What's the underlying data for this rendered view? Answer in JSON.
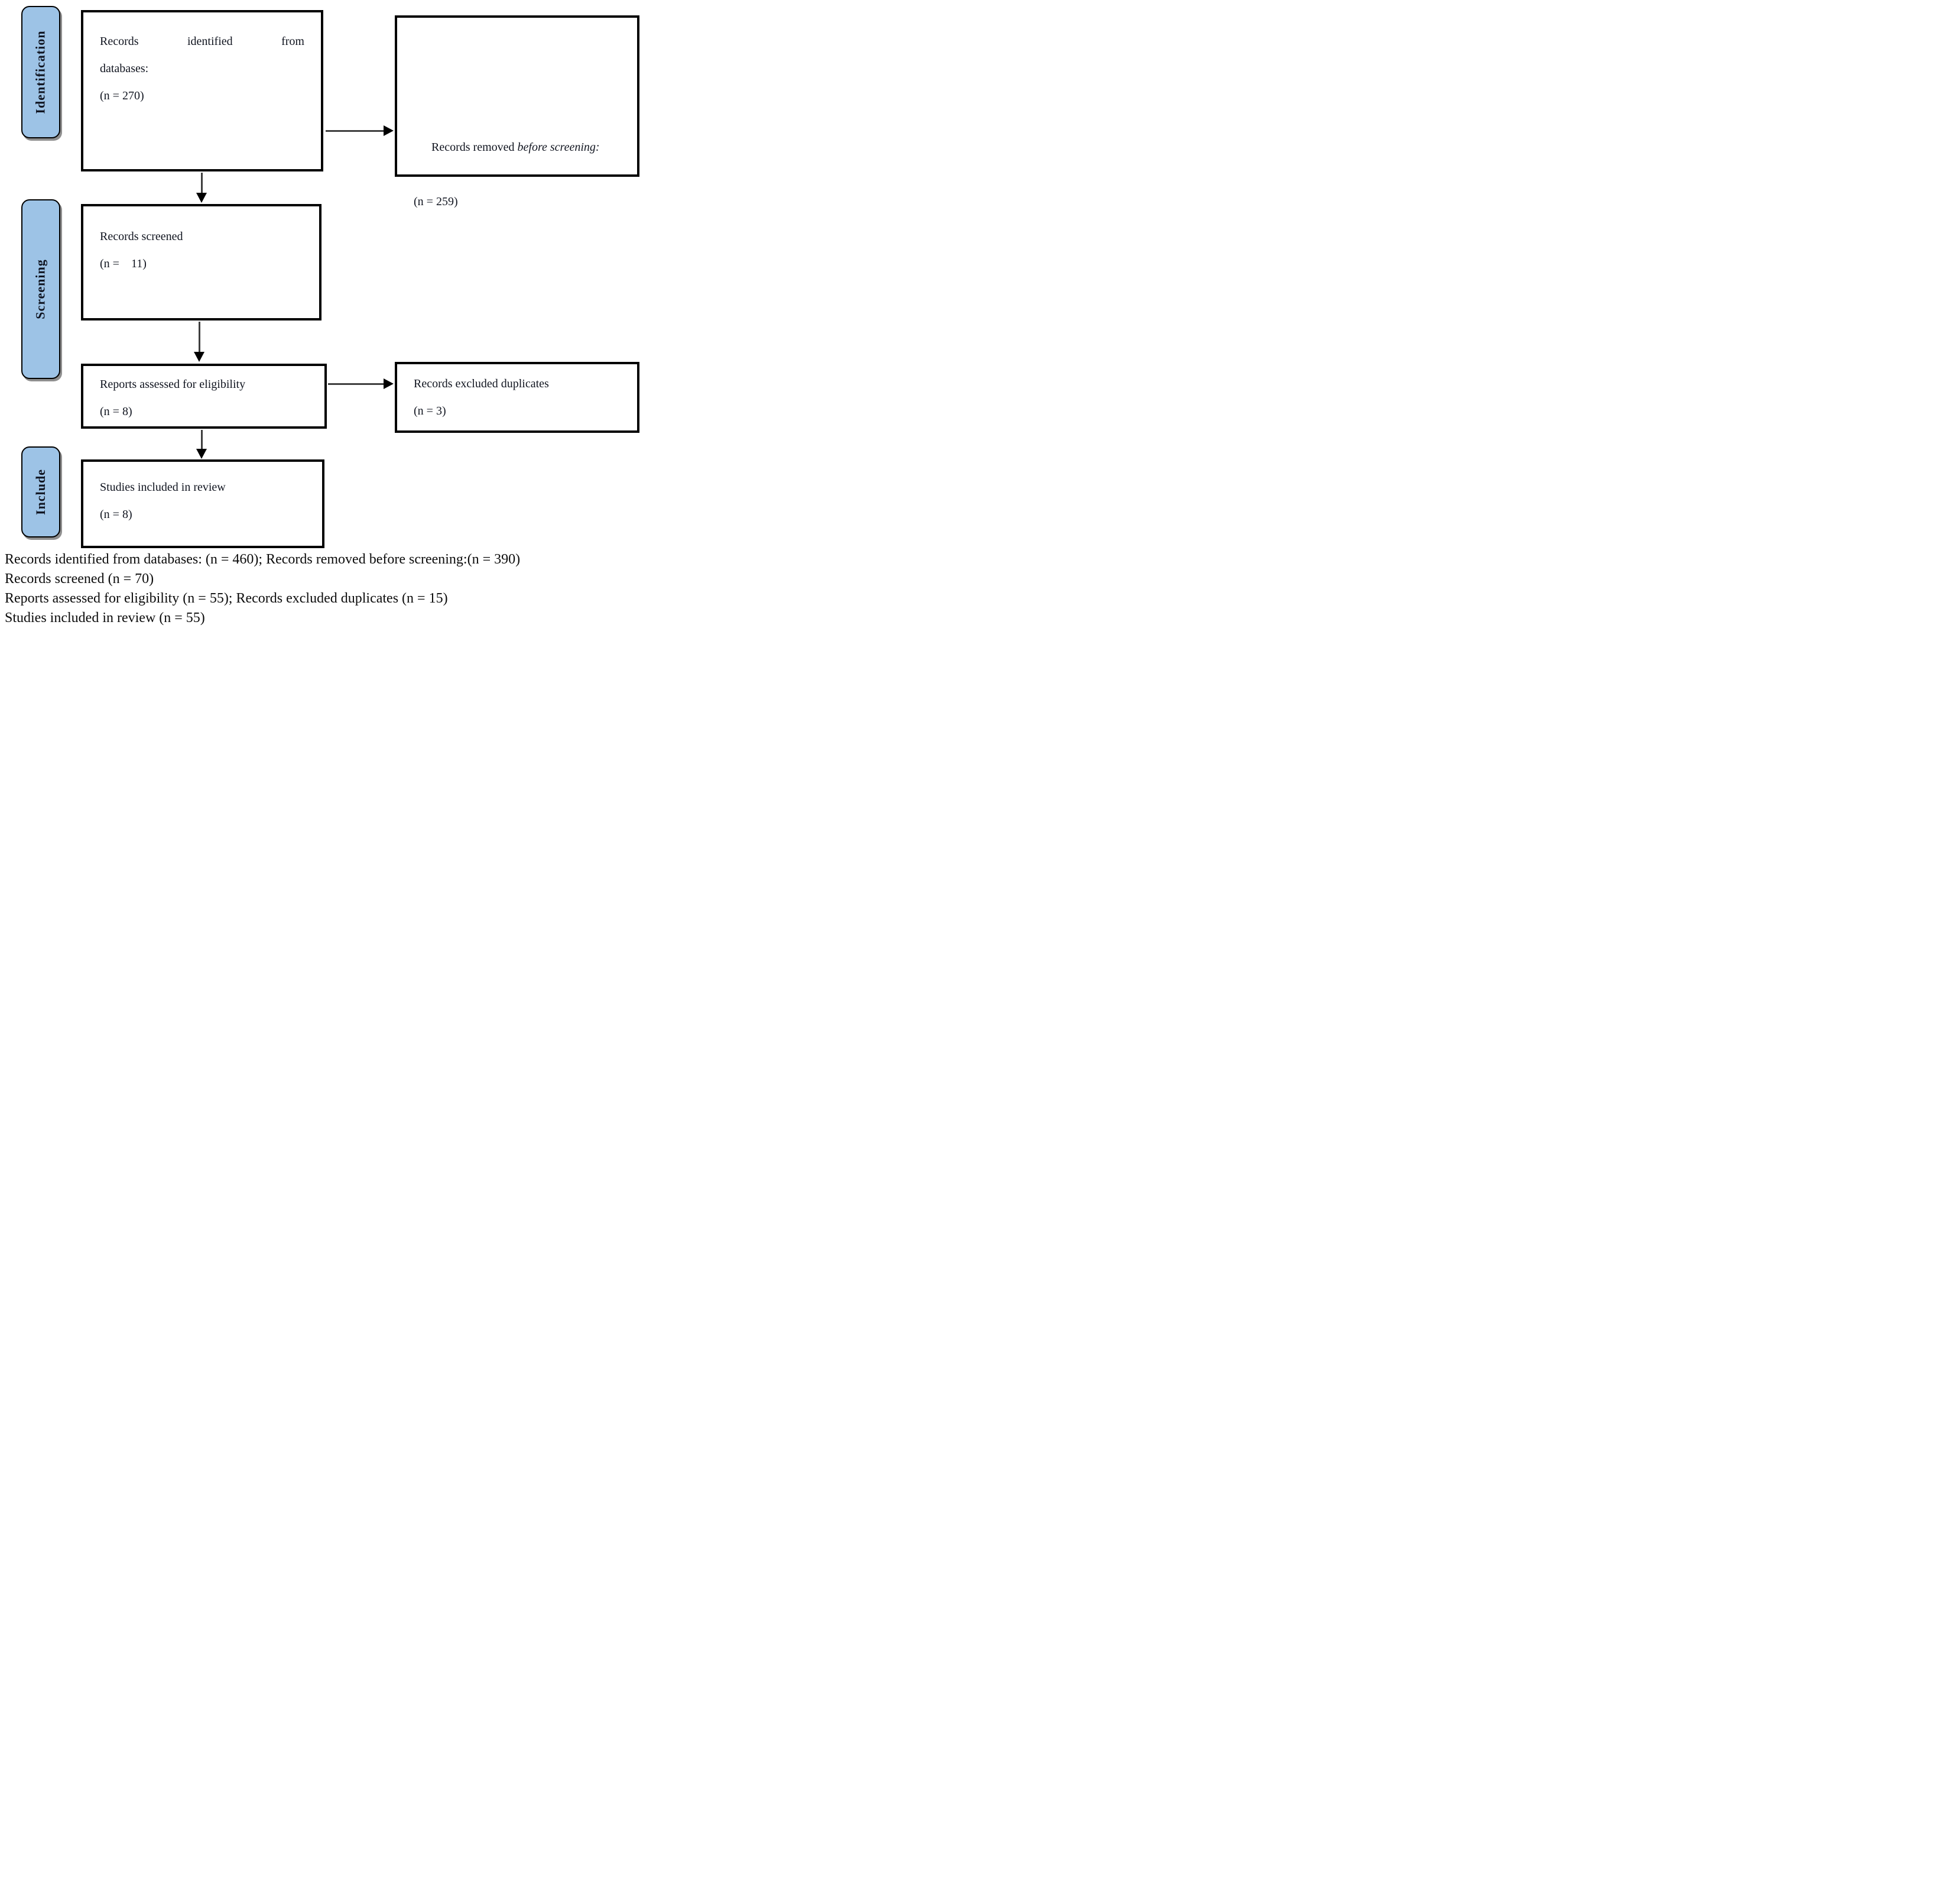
{
  "figure": {
    "stages": [
      {
        "label": "Identification"
      },
      {
        "label": "Screening"
      },
      {
        "label": "Include"
      }
    ],
    "boxes": {
      "identified": {
        "justified_words": [
          "Records",
          "identified",
          "from"
        ],
        "line2": "databases:",
        "line3": "(n = 270)"
      },
      "removed": {
        "line1_normal": "Records removed ",
        "line1_italic": "before screening:",
        "line2": "(n = 259)"
      },
      "screened": {
        "line1": "Records screened",
        "line2": "(n =    11)"
      },
      "assessed": {
        "line1": "Reports assessed for eligibility",
        "line2": "(n = 8)"
      },
      "excluded": {
        "line1": "Records excluded duplicates",
        "line2": "(n = 3)"
      },
      "included": {
        "line1": "Studies included in review",
        "line2": "(n = 8)"
      }
    },
    "caption_lines": [
      "Records identified from databases: (n = 460); Records removed before screening:(n = 390)",
      "Records screened (n = 70)",
      "Reports assessed for eligibility (n = 55); Records excluded duplicates (n = 15)",
      "Studies included in review (n = 55)"
    ],
    "colors": {
      "stage_fill": "#9dc3e6",
      "border": "#000000",
      "arrow": "#3f3f3f"
    }
  }
}
